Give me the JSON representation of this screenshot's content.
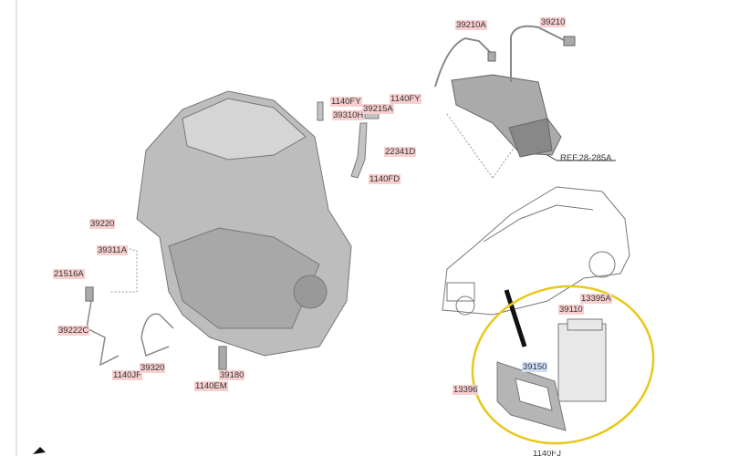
{
  "labels": {
    "p39210A": "39210A",
    "p39210": "39210",
    "p1140FY_a": "1140FY",
    "p39310H": "39310H",
    "p39215A": "39215A",
    "p1140FY_b": "1140FY",
    "p22341D": "22341D",
    "p1140FD": "1140FD",
    "ref": "REF.28-285A",
    "p39220": "39220",
    "p39311A": "39311A",
    "p21516A": "21516A",
    "p39222C": "39222C",
    "p1140JF": "1140JF",
    "p39320": "39320",
    "p39180": "39180",
    "p1140EM": "1140EM",
    "p13395A": "13395A",
    "p39110": "39110",
    "p39150": "39150",
    "p13396": "13396",
    "p1140FJ": "1140FJ"
  },
  "colors": {
    "label_highlight": "#f7cfcf",
    "selected_highlight": "#cfe0f7",
    "annotation_circle": "#e8c81a"
  }
}
